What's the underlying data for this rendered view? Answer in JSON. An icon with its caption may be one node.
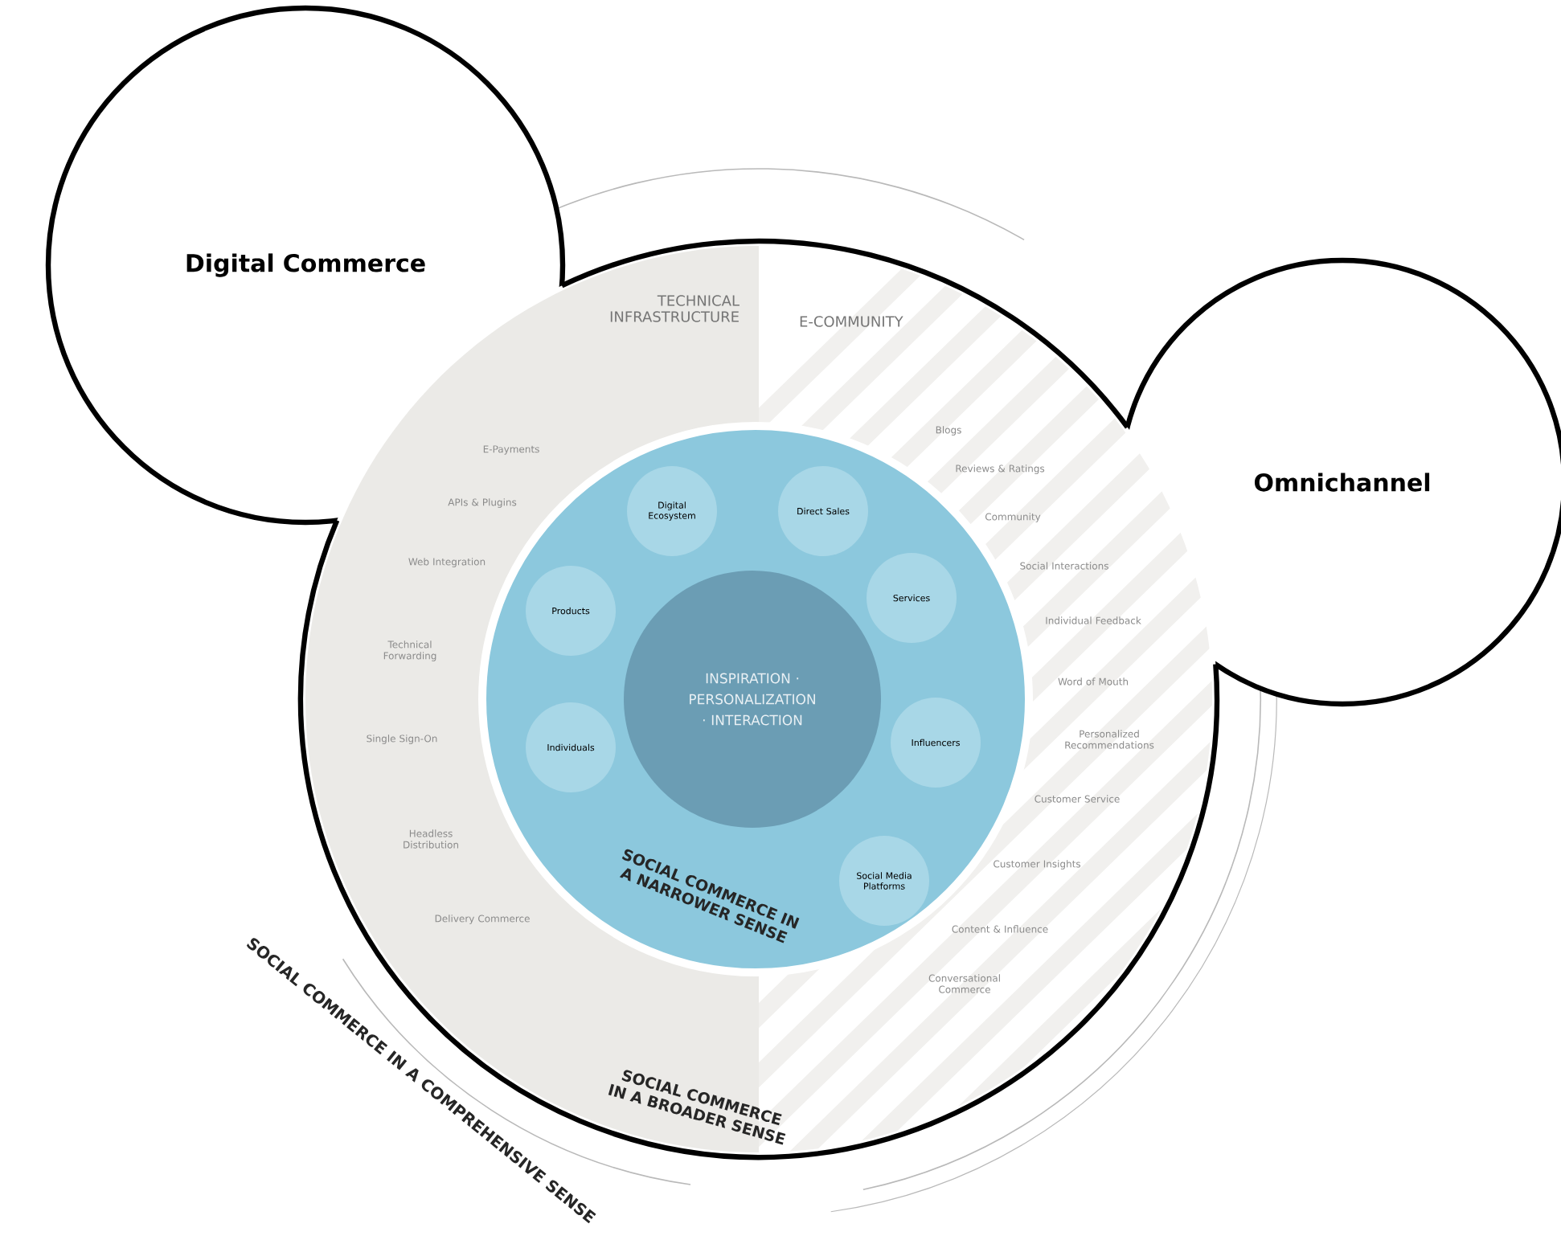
{
  "diagram": {
    "nodes": [
      {
        "text": [
          "Digital Commerce"
        ]
      },
      {
        "text": [
          "Omnichannel"
        ]
      },
      {
        "text": [
          "SOCIAL COMMERCE IN A BROADER SENSE"
        ]
      },
      {
        "text": [
          "SOCIAL COMMERCE IN A NARROWER SENSE"
        ],
        "in": 2
      },
      {
        "text": [
          "INSPIRATION · PERSONALIZATION · INTERACTION"
        ],
        "in": 3
      },
      {
        "text": [
          "Digital Ecosystem"
        ],
        "in": 3
      },
      {
        "text": [
          "Direct Sales"
        ],
        "in": 3
      },
      {
        "text": [
          "Products"
        ],
        "in": 3
      },
      {
        "text": [
          "Services"
        ],
        "in": 3
      },
      {
        "text": [
          "Individuals"
        ],
        "in": 3
      },
      {
        "text": [
          "Influencers"
        ],
        "in": 3
      },
      {
        "text": [
          "Social Media Platforms"
        ],
        "in": 3
      }
    ],
    "labels": [
      "TECHNICAL INFRASTRUCTURE",
      "E-COMMUNITY",
      "E-Payments",
      "APIs & Plugins",
      "Web Integration",
      "Technical Forwarding",
      "Single Sign-On",
      "Headless Distribution",
      "Delivery Commerce",
      "Blogs",
      "Reviews & Ratings",
      "Community",
      "Social Interactions",
      "Individual Feedback",
      "Word of Mouth",
      "Personalized Recommendations",
      "Customer Service",
      "Customer Insights",
      "Content & Influence",
      "Conversational Commerce",
      "SOCIAL COMMERCE IN A COMPREHENSIVE SENSE"
    ]
  }
}
